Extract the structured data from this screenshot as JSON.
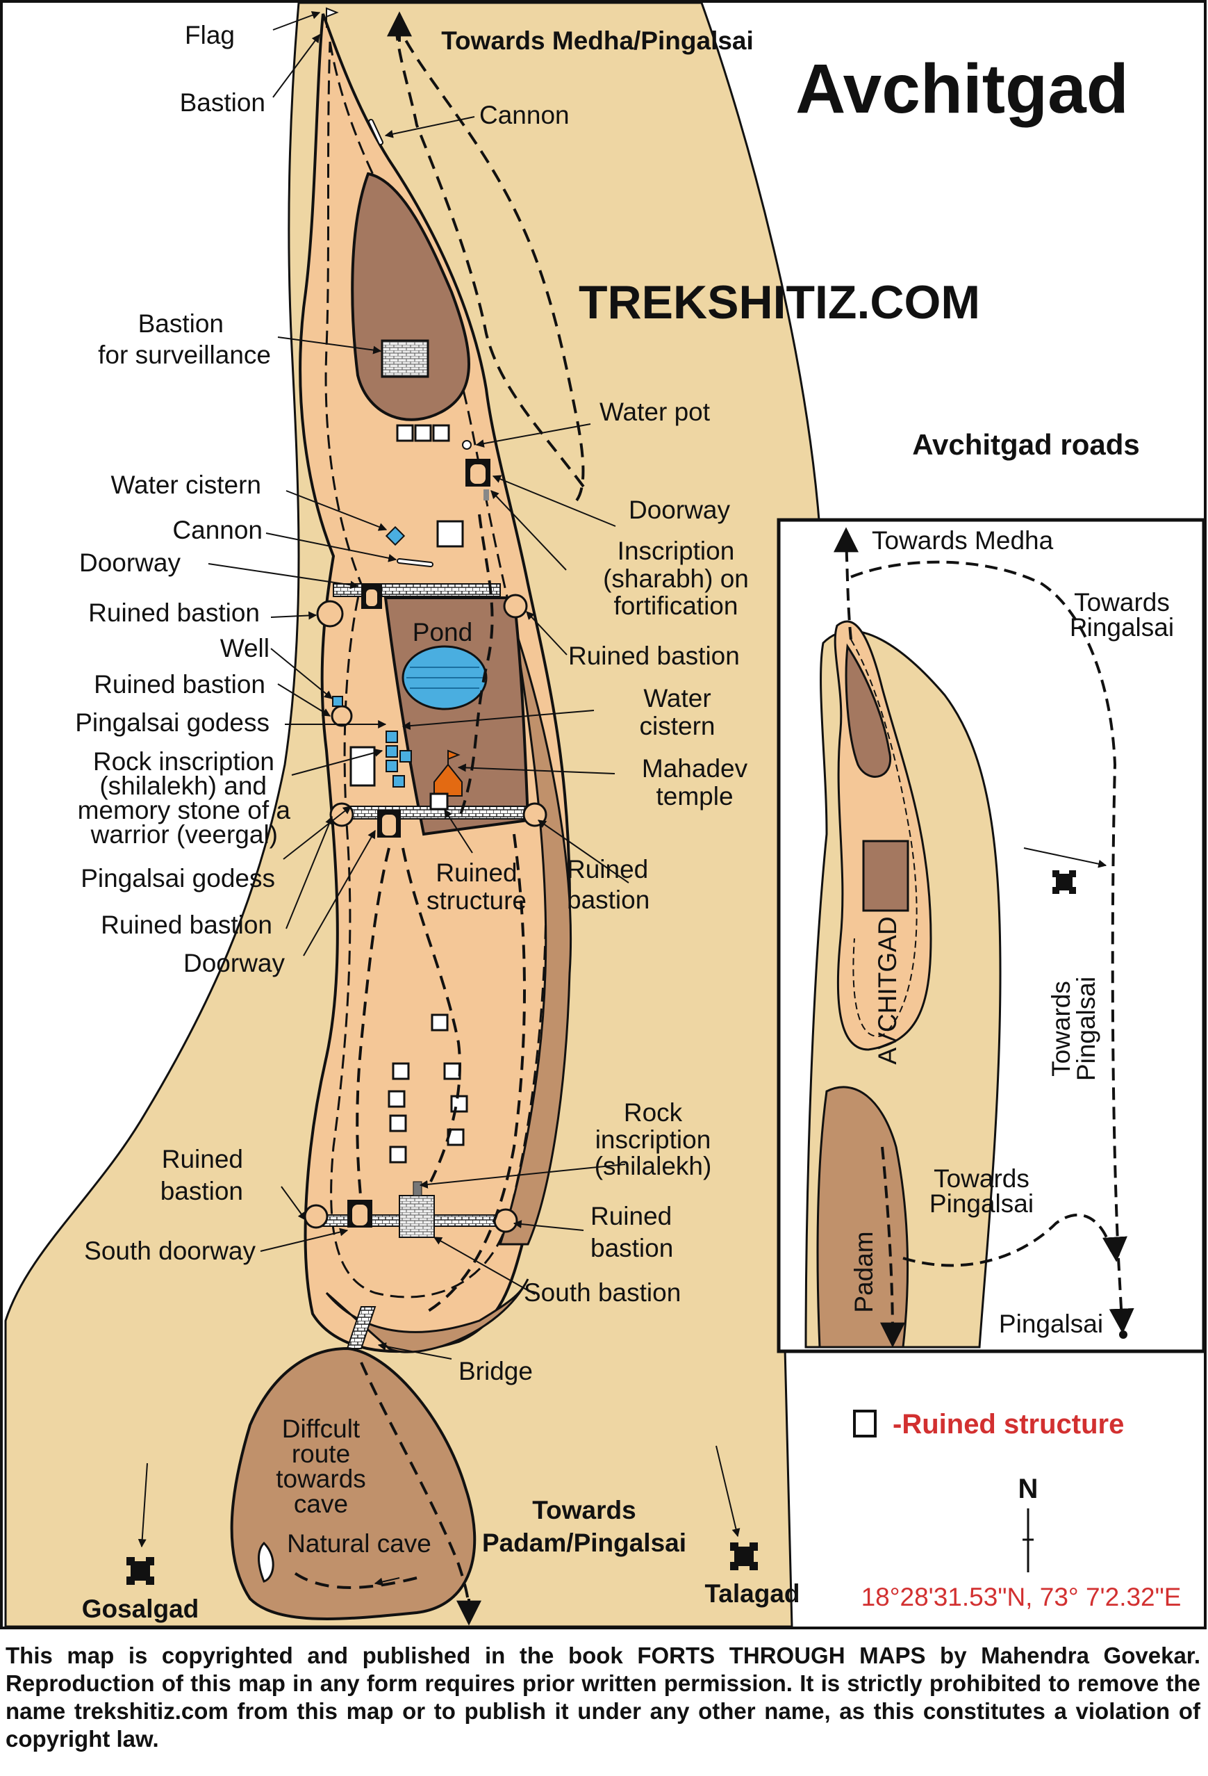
{
  "title": "Avchitgad",
  "watermark": "TREKSHITIZ.COM",
  "colors": {
    "plateau": "#eed6a3",
    "fort": "#f4c797",
    "hill": "#c0916b",
    "pond": "#4aaee0",
    "accent": "#d23030",
    "temple": "#e36a12"
  },
  "main_map": {
    "direction_labels": {
      "medha_pingalsai": "Towards Medha/Pingalsai",
      "padam_line1": "Towards",
      "padam_line2": "Padam/Pingalsai"
    },
    "features": {
      "flag": "Flag",
      "bastion_top": "Bastion",
      "cannon_top": "Cannon",
      "bastion_surv_1": "Bastion",
      "bastion_surv_2": "for surveillance",
      "water_pot": "Water pot",
      "water_cistern_left": "Water cistern",
      "doorway_right": "Doorway",
      "cannon_mid": "Cannon",
      "inscription_1": "Inscription",
      "inscription_2": "(sharabh) on",
      "inscription_3": "fortification",
      "doorway_left": "Doorway",
      "ruined_bastion_1": "Ruined bastion",
      "pond": "Pond",
      "ruined_bastion_right1": "Ruined bastion",
      "well": "Well",
      "ruined_bastion_2": "Ruined bastion",
      "water_cistern_right_1": "Water",
      "water_cistern_right_2": "cistern",
      "pingalsai_godess_1": "Pingalsai godess",
      "rock_insc_1": "Rock inscription",
      "rock_insc_2": "(shilalekh) and",
      "rock_insc_3": "memory stone of a",
      "rock_insc_4": "warrior (veergal)",
      "mahadev_1": "Mahadev",
      "mahadev_2": "temple",
      "pingalsai_godess_2": "Pingalsai godess",
      "ruined_structure_1": "Ruined",
      "ruined_structure_2": "structure",
      "ruined_bastion_right2_1": "Ruined",
      "ruined_bastion_right2_2": "bastion",
      "ruined_bastion_3": "Ruined bastion",
      "doorway_lower": "Doorway",
      "rock_insc_s_1": "Rock",
      "rock_insc_s_2": "inscription",
      "rock_insc_s_3": "(shilalekh)",
      "ruined_bastion_s_left_1": "Ruined",
      "ruined_bastion_s_left_2": "bastion",
      "ruined_bastion_s_right_1": "Ruined",
      "ruined_bastion_s_right_2": "bastion",
      "south_doorway": "South doorway",
      "south_bastion": "South bastion",
      "bridge": "Bridge",
      "difficult_1": "Diffcult",
      "difficult_2": "route",
      "difficult_3": "towards",
      "difficult_4": "cave",
      "natural_cave": "Natural cave"
    },
    "forts": {
      "gosalgad": "Gosalgad",
      "talagad": "Talagad"
    }
  },
  "inset": {
    "heading": "Avchitgad roads",
    "towards_medha": "Towards Medha",
    "towards_pingalsai_1a": "Towards",
    "towards_pingalsai_1b": "Pingalsai",
    "towards_pingalsai_v1": "Towards",
    "towards_pingalsai_v2": "Pingalsai",
    "towards_pingalsai_3a": "Towards",
    "towards_pingalsai_3b": "Pingalsai",
    "fort_label": "AVCHITGAD",
    "padam": "Padam",
    "pingalsai": "Pingalsai"
  },
  "legend": {
    "ruined_structure": "-Ruined structure"
  },
  "north": "N",
  "coordinates": "18°28'31.53\"N, 73° 7'2.32\"E",
  "footer": "This map is copyrighted and published in the book FORTS THROUGH MAPS by Mahendra Govekar. Reproduction of this map in any form requires prior written permission. It is strictly prohibited to remove the name trekshitiz.com from this map or to publish it under any other name, as this constitutes a violation of copyright law."
}
